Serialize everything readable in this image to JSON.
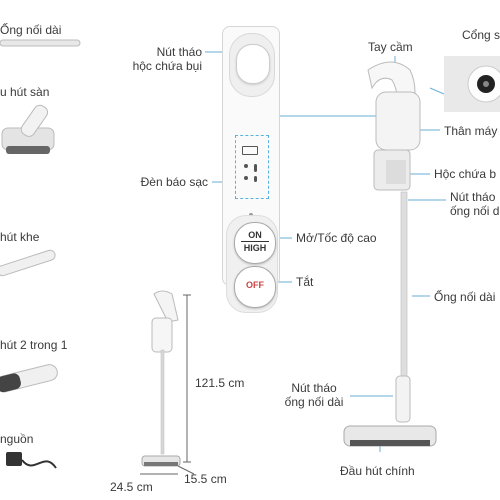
{
  "labels": {
    "long_tube_top": "Ống nối dài",
    "floor_head": "u hút sàn",
    "crevice": "hút khe",
    "two_in_one": "hút 2 trong 1",
    "power": "nguồn",
    "dust_release": "Nút tháo\nhộc chứa bụi",
    "charge_light": "Đèn báo sạc",
    "on_high": "Mở/Tốc độ cao",
    "off": "Tắt",
    "handle": "Tay cầm",
    "port": "Cổng s",
    "body": "Thân máy",
    "dust_box": "Hộc chứa b",
    "tube_release_right": "Nút tháo\nống nối d",
    "long_tube_right": "Ống nối dài",
    "tube_release_bottom": "Nút tháo\nống nối dài",
    "main_head": "Đầu hút chính",
    "height": "121.5 cm",
    "width": "24.5 cm",
    "depth": "15.5 cm"
  },
  "buttons": {
    "on_line1": "ON",
    "on_line2": "HIGH",
    "off": "OFF"
  },
  "colors": {
    "line": "#5aa9d6",
    "panel": "#fafafa",
    "body": "#ffffff"
  }
}
